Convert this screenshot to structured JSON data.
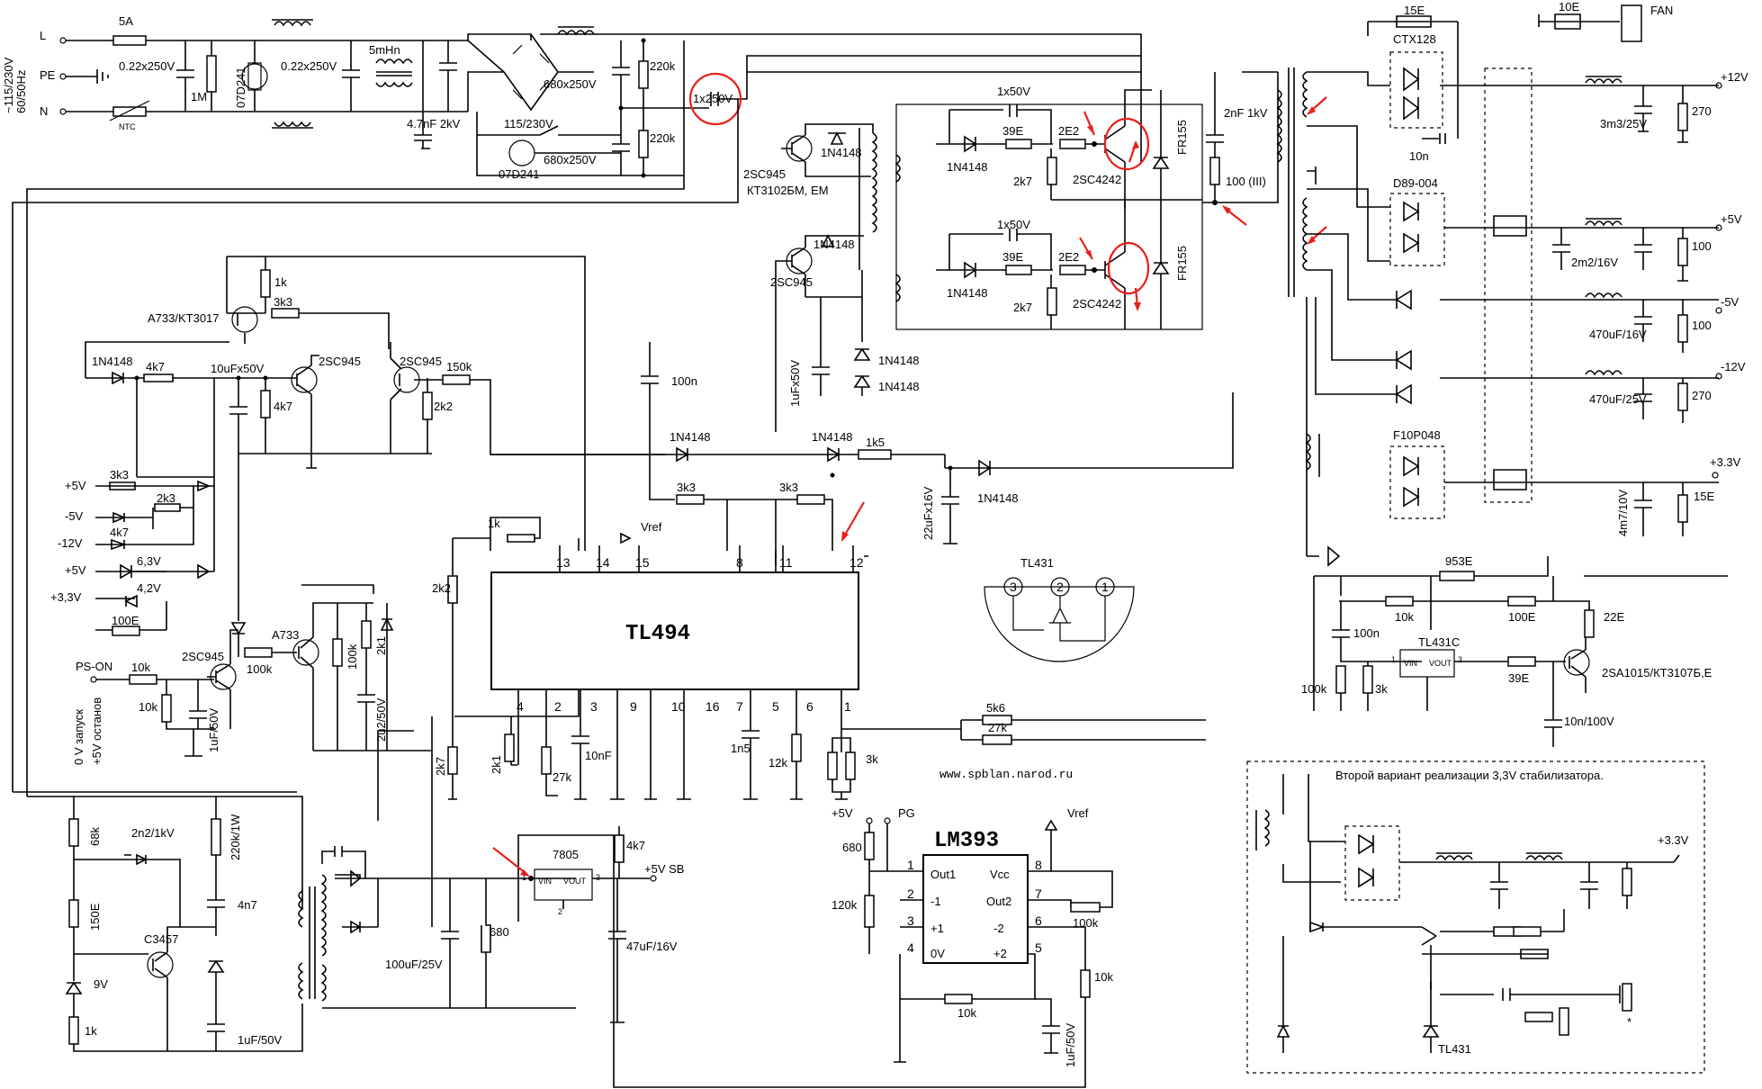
{
  "mains": {
    "l": "L",
    "pe": "PE",
    "n": "N",
    "voltage": "~115/230V",
    "freq": "60/50Hz",
    "fuse": "5A",
    "ntc": "NTC"
  },
  "filter": {
    "c1": "0.22x250V",
    "r1": "1M",
    "varistor": "07D241",
    "c2": "0.22x250V",
    "choke": "5mHn",
    "cy": "4.7nF 2kV",
    "sw": "115/230V",
    "varistor2": "07D241"
  },
  "bus": {
    "c_top": "680x250V",
    "c_bot": "680x250V",
    "r_top": "220k",
    "r_bot": "220k",
    "c_series": "1x250V"
  },
  "drivers": {
    "q_top": "2SC945",
    "q_alt": "КТ3102БМ, ЕМ",
    "d_top": "1N4148",
    "d_bot": "1N4148",
    "q_bot": "2SC945",
    "c_drv": "1uFx50V",
    "d1": "1N4148",
    "d2": "1N4148"
  },
  "half_bridge": {
    "c_top": "1x50V",
    "d_top": "1N4148",
    "r39_top": "39E",
    "r2e2_top": "2E2",
    "r2k7_top": "2k7",
    "q_top": "2SC4242",
    "fr_top": "FR155",
    "c_bot": "1x50V",
    "d_bot": "1N4148",
    "r39_bot": "39E",
    "r2e2_bot": "2E2",
    "r2k7_bot": "2k7",
    "q_bot": "2SC4242",
    "fr_bot": "FR155",
    "snub_c": "2nF 1kV",
    "snub_r": "100 (III)"
  },
  "outputs": {
    "fan_r": "10E",
    "fan": "FAN",
    "r15": "15E",
    "ctx": "CTX128",
    "c10n": "10n",
    "v12": "+12V",
    "c12": "3m3/25V",
    "r12": "270",
    "d89": "D89-004",
    "v5": "+5V",
    "c5": "2m2/16V",
    "r5": "100",
    "vm5": "-5V",
    "cm5": "470uF/16V",
    "rm5": "100",
    "vm12": "-12V",
    "cm12": "470uF/25V",
    "rm12": "270",
    "f10": "F10P048",
    "v33": "+3.3V",
    "c33": "4m7/10V",
    "r33": "15E"
  },
  "protection": {
    "q1": "A733/KT3017",
    "r1k": "1k",
    "r3k3": "3k3",
    "d1n": "1N4148",
    "r4k7": "4k7",
    "c10u": "10uFx50V",
    "r4k7b": "4k7",
    "q2": "2SC945",
    "q3": "2SC945",
    "r150k": "150k",
    "r2k2": "2k2",
    "c100n": "100n",
    "in_p5": "+5V",
    "in_m5": "-5V",
    "in_m12": "-12V",
    "in_p5b": "+5V",
    "in_p33": "+3,3V",
    "r3k3b": "3k3",
    "r2k3": "2k3",
    "r4k7c": "4k7",
    "z63": "6,3V",
    "z42": "4,2V",
    "r100e": "100E",
    "pson": "PS-ON",
    "r10k_a": "10k",
    "r10k_b": "10k",
    "q4": "2SC945",
    "c1u": "1uF/50V",
    "r100k": "100k",
    "q5": "A733",
    "r100k_b": "100k",
    "r2k1": "2k1",
    "c2u2": "2u2/50V",
    "note1": "0 V запуск",
    "note2": "+5V останов"
  },
  "fb": {
    "d_a": "1N4148",
    "d_b": "1N4148",
    "r1k5": "1k5",
    "d_c": "1N4148",
    "c22u": "22uFx16V",
    "r3k3_a": "3k3",
    "r3k3_b": "3k3",
    "r1k": "1k",
    "vref": "Vref",
    "r2k2": "2k2"
  },
  "tl494": {
    "name": "TL494",
    "top_pins": [
      "13",
      "14",
      "15",
      "8",
      "11",
      "12"
    ],
    "bot_pins": [
      "4",
      "2",
      "3",
      "9",
      "10",
      "16",
      "7",
      "5",
      "6",
      "1"
    ],
    "r2k7": "2k7",
    "r2k1": "2k1",
    "r27k": "27k",
    "c10nf": "10nF",
    "c1n5": "1n5",
    "r12k": "12k",
    "r3k": "3k",
    "r5k6": "5k6",
    "r27kb": "27k"
  },
  "tl431_sym": {
    "name": "TL431",
    "p3": "3",
    "p2": "2",
    "p1": "1"
  },
  "reg33": {
    "r953": "953E",
    "r10k": "10k",
    "r100e": "100E",
    "r22e": "22E",
    "c100n": "100n",
    "ic": "TL431C",
    "vin": "VIN",
    "vout": "VOUT",
    "p1": "1",
    "p3": "3",
    "r100k": "100k",
    "r3k": "3k",
    "r39e": "39E",
    "q": "2SA1015/КТ3107Б,Е",
    "c10n": "10n/100V"
  },
  "url": "www.spblan.narod.ru",
  "lm393": {
    "name": "LM393",
    "p5v": "+5V",
    "pg": "PG",
    "vref": "Vref",
    "r680": "680",
    "r120k": "120k",
    "r100k": "100k",
    "r10k": "10k",
    "r10kb": "10k",
    "c1u": "1uF/50V",
    "l1": "Out1",
    "l2": "-1",
    "l3": "+1",
    "l4": "0V",
    "r8": "Vcc",
    "r7": "Out2",
    "r6": "-2",
    "r5": "+2",
    "n1": "1",
    "n2": "2",
    "n3": "3",
    "n4": "4",
    "n8": "8",
    "n7": "7",
    "n6": "6",
    "n5": "5"
  },
  "standby": {
    "r68k": "68k",
    "c2n2": "2n2/1kV",
    "r220k": "220k/1W",
    "c4n7": "4n7",
    "r150e": "150E",
    "q": "C3457",
    "z9v": "9V",
    "r1k": "1k",
    "c1u": "1uF/50V",
    "c100u": "100uF/25V",
    "r680": "680",
    "reg": "7805",
    "vin": "VIN",
    "vout": "VOUT",
    "p1": "1",
    "p3": "3",
    "p2": "2",
    "r4k7": "4k7",
    "out": "+5V SB",
    "c47u": "47uF/16V"
  },
  "alt": {
    "title": "Второй вариант реализации 3,3V стабилизатора.",
    "v33": "+3.3V",
    "ic": "TL431"
  }
}
